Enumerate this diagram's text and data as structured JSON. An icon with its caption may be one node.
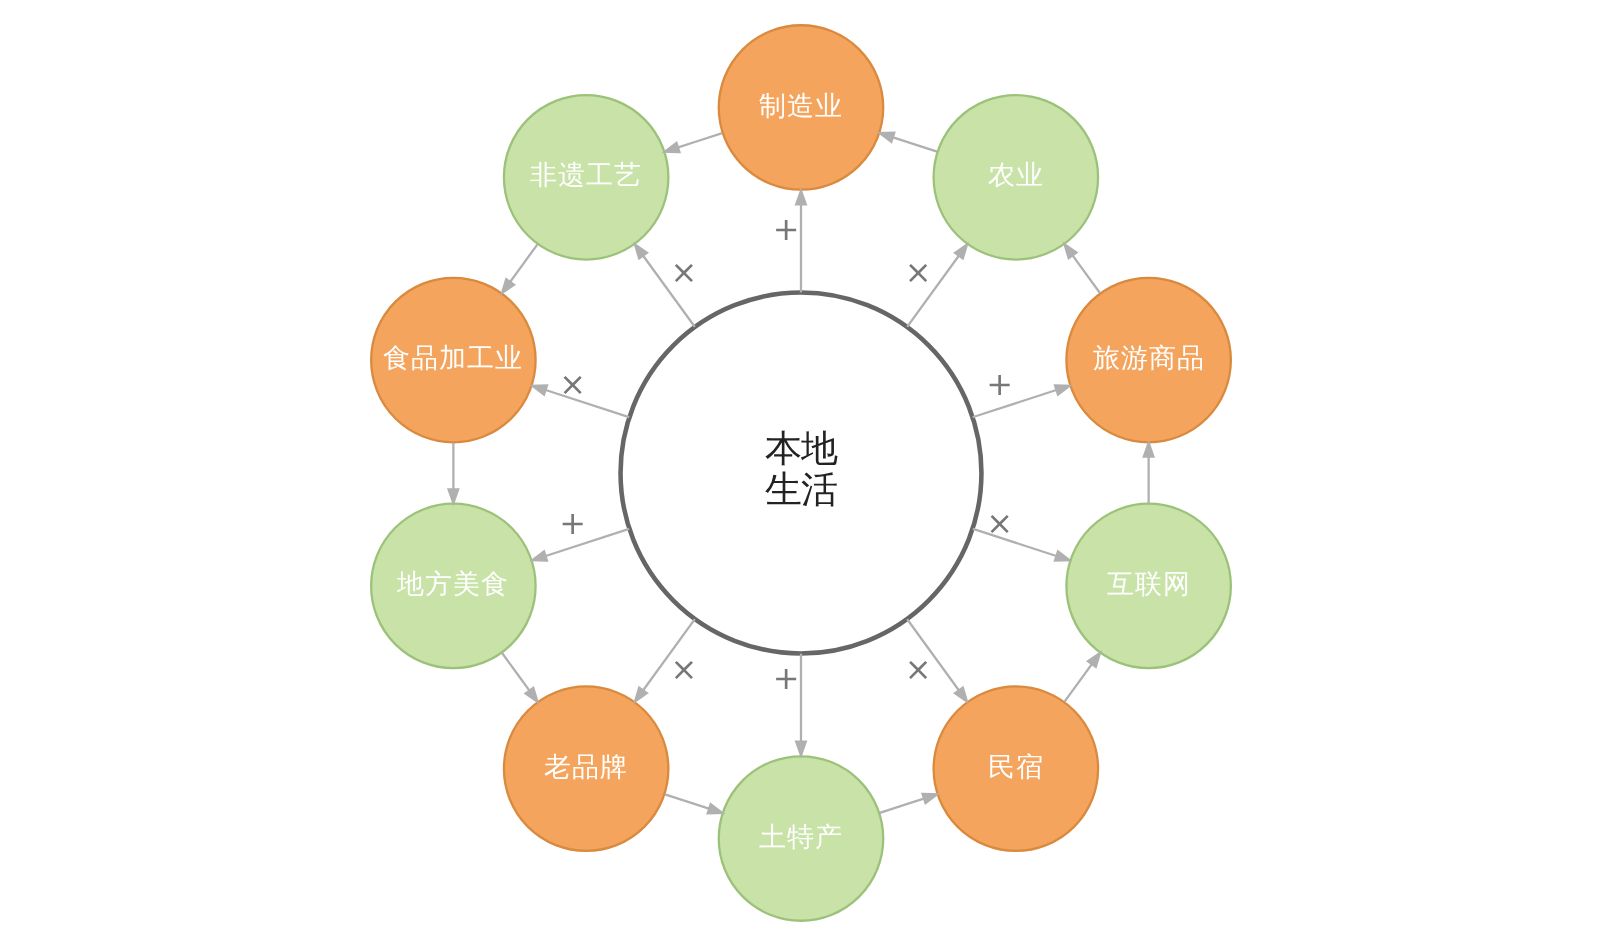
{
  "diagram": {
    "nodes": [
      {
        "text": [
          "本地",
          "生活"
        ]
      },
      {
        "text": [
          "旅游商品"
        ]
      },
      {
        "text": [
          "农业"
        ]
      },
      {
        "text": [
          "制造业"
        ]
      },
      {
        "text": [
          "非遗工艺"
        ]
      },
      {
        "text": [
          "食品加工业"
        ]
      },
      {
        "text": [
          "地方美食"
        ]
      },
      {
        "text": [
          "老品牌"
        ]
      },
      {
        "text": [
          "土特产"
        ]
      },
      {
        "text": [
          "民宿"
        ]
      },
      {
        "text": [
          "互联网"
        ]
      }
    ],
    "edges": [
      {
        "from": 0,
        "to": 1,
        "arrow": "to",
        "label": "+"
      },
      {
        "from": 0,
        "to": 2,
        "arrow": "to",
        "label": "×"
      },
      {
        "from": 0,
        "to": 3,
        "arrow": "to",
        "label": "+"
      },
      {
        "from": 0,
        "to": 4,
        "arrow": "to",
        "label": "×"
      },
      {
        "from": 0,
        "to": 5,
        "arrow": "to",
        "label": "×"
      },
      {
        "from": 0,
        "to": 6,
        "arrow": "to",
        "label": "+"
      },
      {
        "from": 0,
        "to": 7,
        "arrow": "to",
        "label": "×"
      },
      {
        "from": 0,
        "to": 8,
        "arrow": "to",
        "label": "+"
      },
      {
        "from": 0,
        "to": 9,
        "arrow": "to",
        "label": "×"
      },
      {
        "from": 0,
        "to": 10,
        "arrow": "to",
        "label": "×"
      },
      {
        "from": 1,
        "to": 2,
        "arrow": "to"
      },
      {
        "from": 2,
        "to": 3,
        "arrow": "to"
      },
      {
        "from": 3,
        "to": 4,
        "arrow": "to"
      },
      {
        "from": 4,
        "to": 5,
        "arrow": "to"
      },
      {
        "from": 5,
        "to": 6,
        "arrow": "to"
      },
      {
        "from": 6,
        "to": 7,
        "arrow": "to"
      },
      {
        "from": 7,
        "to": 8,
        "arrow": "to"
      },
      {
        "from": 8,
        "to": 9,
        "arrow": "to"
      },
      {
        "from": 9,
        "to": 10,
        "arrow": "to"
      },
      {
        "from": 10,
        "to": 1,
        "arrow": "to"
      }
    ]
  }
}
